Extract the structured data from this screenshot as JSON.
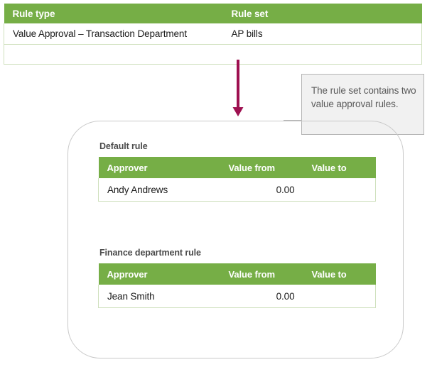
{
  "colors": {
    "header_green": "#76AE46",
    "table_border_green": "#CFE0BD",
    "arrow_crimson": "#9E1050",
    "callout_fill": "#F1F1F1",
    "callout_border": "#B5B5B5",
    "container_border": "#C9C9C9",
    "text_dark": "#1A1A1A",
    "text_gray": "#5A5A5A"
  },
  "rule_table": {
    "columns": [
      "Rule type",
      "Rule set"
    ],
    "rows": [
      {
        "rule_type": "Value Approval – Transaction Department",
        "rule_set": "AP bills"
      },
      {
        "rule_type": "",
        "rule_set": ""
      }
    ]
  },
  "callout": {
    "text": "The rule set contains two value approval rules."
  },
  "rule_groups": [
    {
      "title": "Default rule",
      "columns": [
        "Approver",
        "Value from",
        "Value to"
      ],
      "rows": [
        {
          "approver": "Andy Andrews",
          "value_from": "0.00",
          "value_to": ""
        }
      ]
    },
    {
      "title": "Finance department rule",
      "columns": [
        "Approver",
        "Value from",
        "Value to"
      ],
      "rows": [
        {
          "approver": "Jean Smith",
          "value_from": "0.00",
          "value_to": ""
        }
      ]
    }
  ],
  "icons": {
    "arrow": "down-arrow-icon"
  }
}
